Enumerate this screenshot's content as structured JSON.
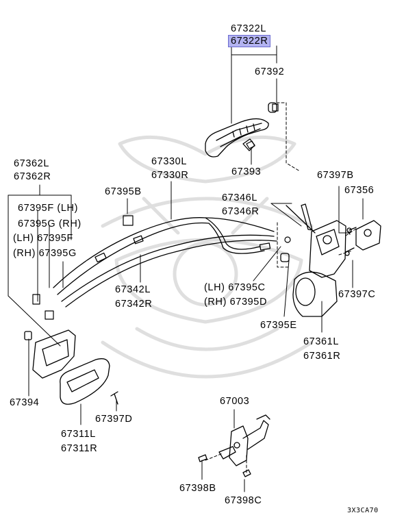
{
  "colors": {
    "highlight": "#b3b3f0",
    "line": "#000000",
    "watermark": "#dcdcdc"
  },
  "labels": {
    "p67322L": "67322L",
    "p67322R": "67322R",
    "p67392": "67392",
    "p67393": "67393",
    "p67362L": "67362L",
    "p67362R": "67362R",
    "p67395F_lh": "67395F (LH)",
    "p67395G_rh": "67395G (RH)",
    "p67395F_lh2": "(LH) 67395F",
    "p67395G_rh2": "(RH) 67395G",
    "p67330L": "67330L",
    "p67330R": "67330R",
    "p67395B": "67395B",
    "p67397B": "67397B",
    "p67356": "67356",
    "p67346L": "67346L",
    "p67346R": "67346R",
    "p67342L": "67342L",
    "p67342R": "67342R",
    "p67395C": "(LH) 67395C",
    "p67395D": "(RH) 67395D",
    "p67397C": "67397C",
    "p67395E": "67395E",
    "p67361L": "67361L",
    "p67361R": "67361R",
    "p67394": "67394",
    "p67397D": "67397D",
    "p67311L": "67311L",
    "p67311R": "67311R",
    "p67003": "67003",
    "p67398B": "67398B",
    "p67398C": "67398C"
  },
  "diagram_code": "3X3CA70",
  "icons": [
    "watermark-emblem-icon"
  ]
}
